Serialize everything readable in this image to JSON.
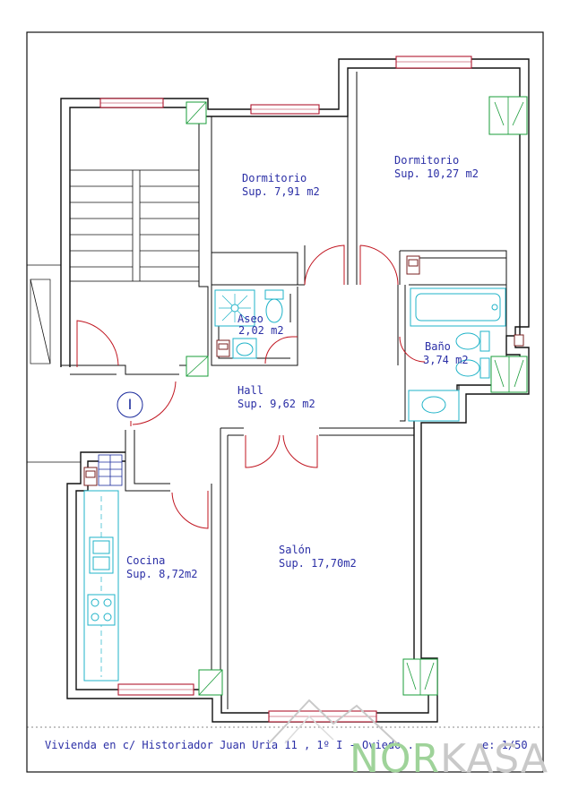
{
  "rooms": {
    "dormitorio_1": {
      "name": "Dormitorio",
      "area": "Sup. 7,91  m2"
    },
    "dormitorio_2": {
      "name": "Dormitorio",
      "area": "Sup. 10,27  m2"
    },
    "aseo": {
      "name": "Aseo",
      "area": "2,02  m2"
    },
    "bano": {
      "name": "Baño",
      "area": "3,74  m2"
    },
    "hall": {
      "name": "Hall",
      "area": "Sup. 9,62  m2"
    },
    "cocina": {
      "name": "Cocina",
      "area": "Sup. 8,72m2"
    },
    "salon": {
      "name": "Salón",
      "area": "Sup. 17,70m2"
    }
  },
  "entrance_marker": "I",
  "caption": "Vivienda en c/ Historiador Juan Uria 11 , 1º I - Oviedo .",
  "scale": "e: 1/50",
  "watermark": {
    "left": "NOR",
    "right": "KASA"
  },
  "colors": {
    "label_text": "#2b2fa6",
    "walls": "#111111",
    "windows": "#b01830",
    "doors": "#c0141f",
    "sanitary": "#1fb3c8",
    "closets": "#1a9c3a",
    "watermark_green": "#9fd39a",
    "watermark_grey": "#c9c9c9"
  }
}
